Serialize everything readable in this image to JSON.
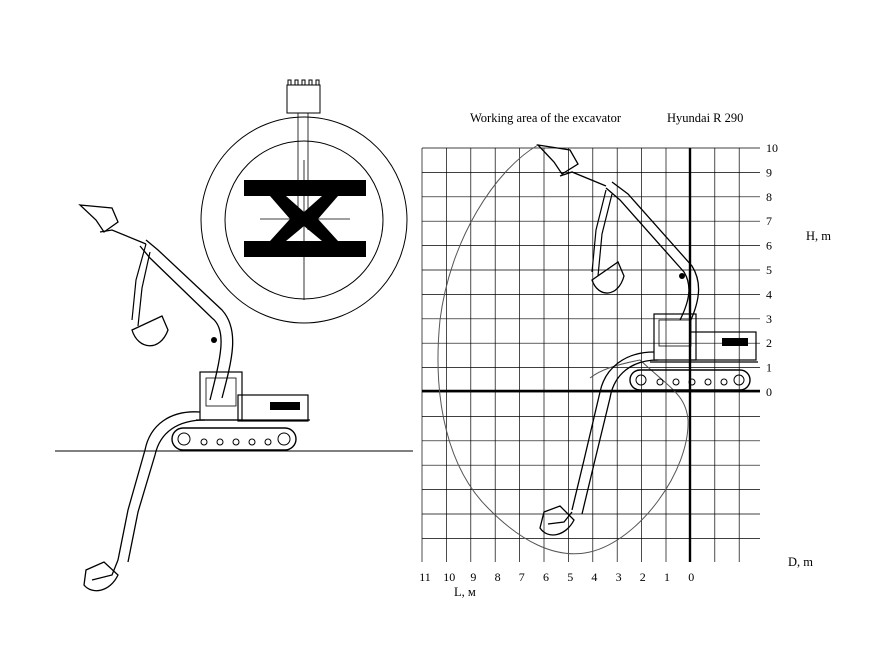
{
  "diagram": {
    "title": "Working area of the excavator",
    "model": "Hyundai R 290",
    "axis_h_label": "H, m",
    "axis_d_label": "D, m",
    "axis_l_label": "L, м",
    "h_ticks": [
      "10",
      "9",
      "8",
      "7",
      "6",
      "5",
      "4",
      "3",
      "2",
      "1",
      "0"
    ],
    "l_ticks": [
      "11",
      "10",
      "9",
      "8",
      "7",
      "6",
      "5",
      "4",
      "3",
      "2",
      "1",
      "0"
    ]
  },
  "icons": {
    "side_view": "excavator-side-view-drawing",
    "top_view": "excavator-top-view-drawing",
    "work_area": "excavator-working-envelope"
  }
}
